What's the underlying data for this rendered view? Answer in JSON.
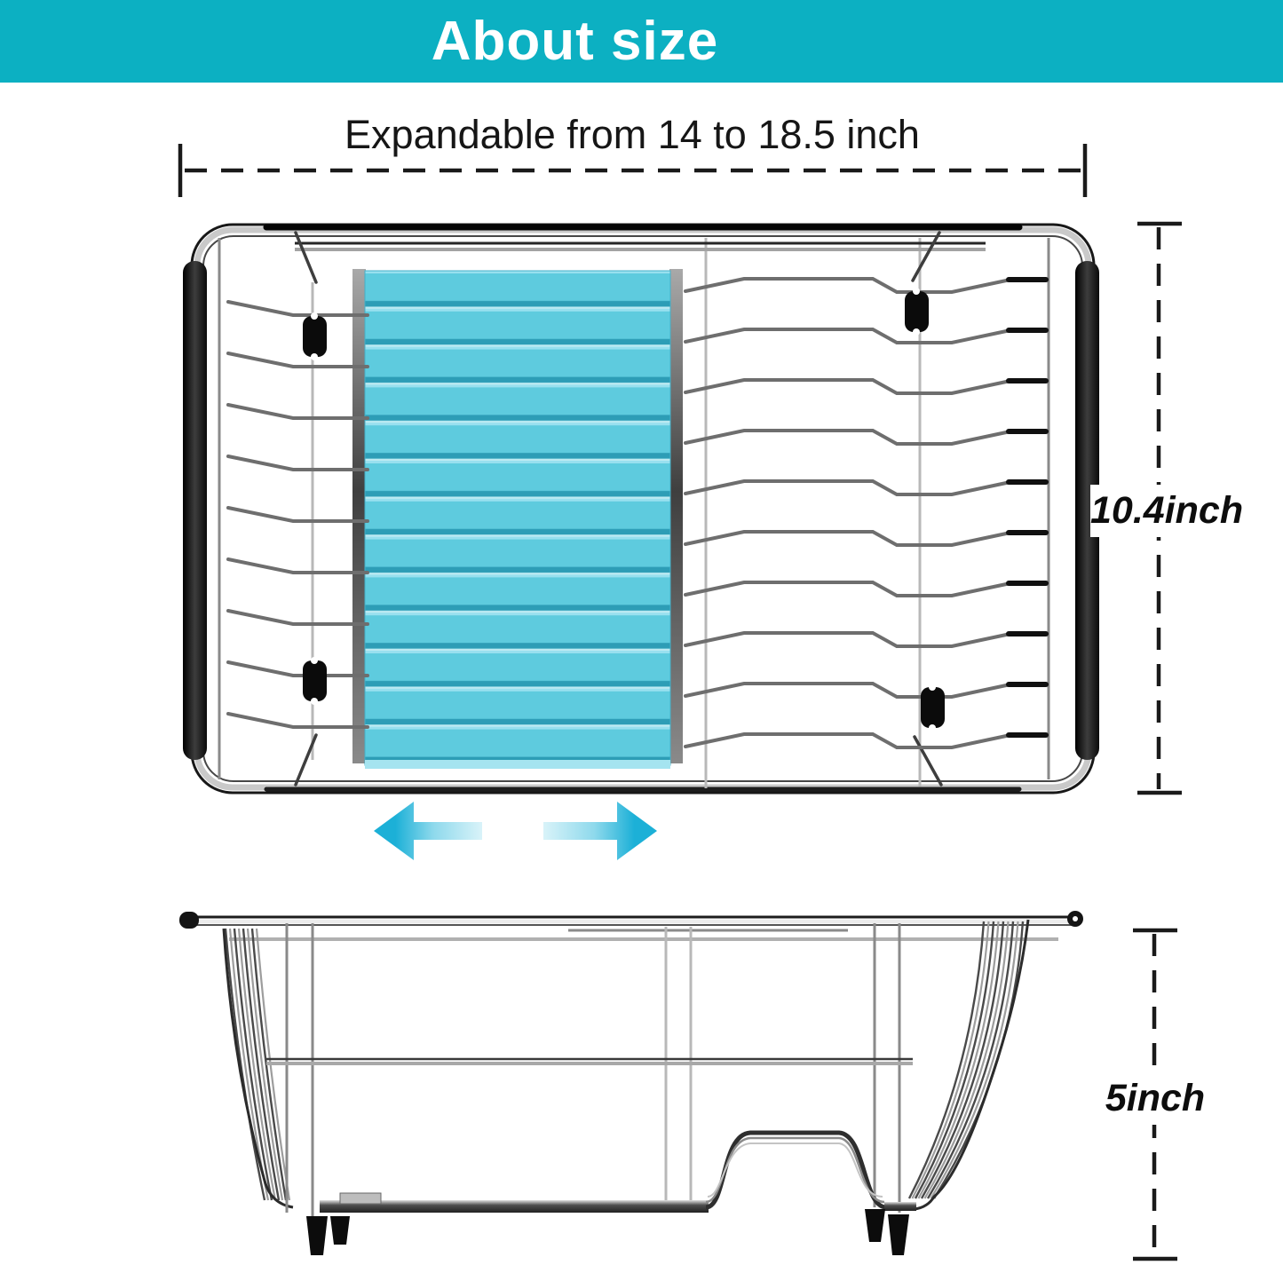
{
  "banner": {
    "title": "About size"
  },
  "dimensions": {
    "width": {
      "label": "Expandable from 14 to 18.5 inch"
    },
    "depth": {
      "label": "10.4inch"
    },
    "height": {
      "label": "5inch"
    }
  },
  "diagram": {
    "top_view": {
      "left_prong_rows": 9,
      "right_wire_rows": 10
    },
    "side_view": {
      "wall_wires": 8,
      "feet_count": 4
    },
    "expand_arrows": 2
  },
  "colors": {
    "banner-bg": "#0cb0c2",
    "banner-text": "#ffffff",
    "arrow": "#1cb0d7",
    "drainboard": "#5ecbde",
    "drainboard-ridge": "#2d9db6",
    "dimension-line": "#1a1a1a"
  }
}
